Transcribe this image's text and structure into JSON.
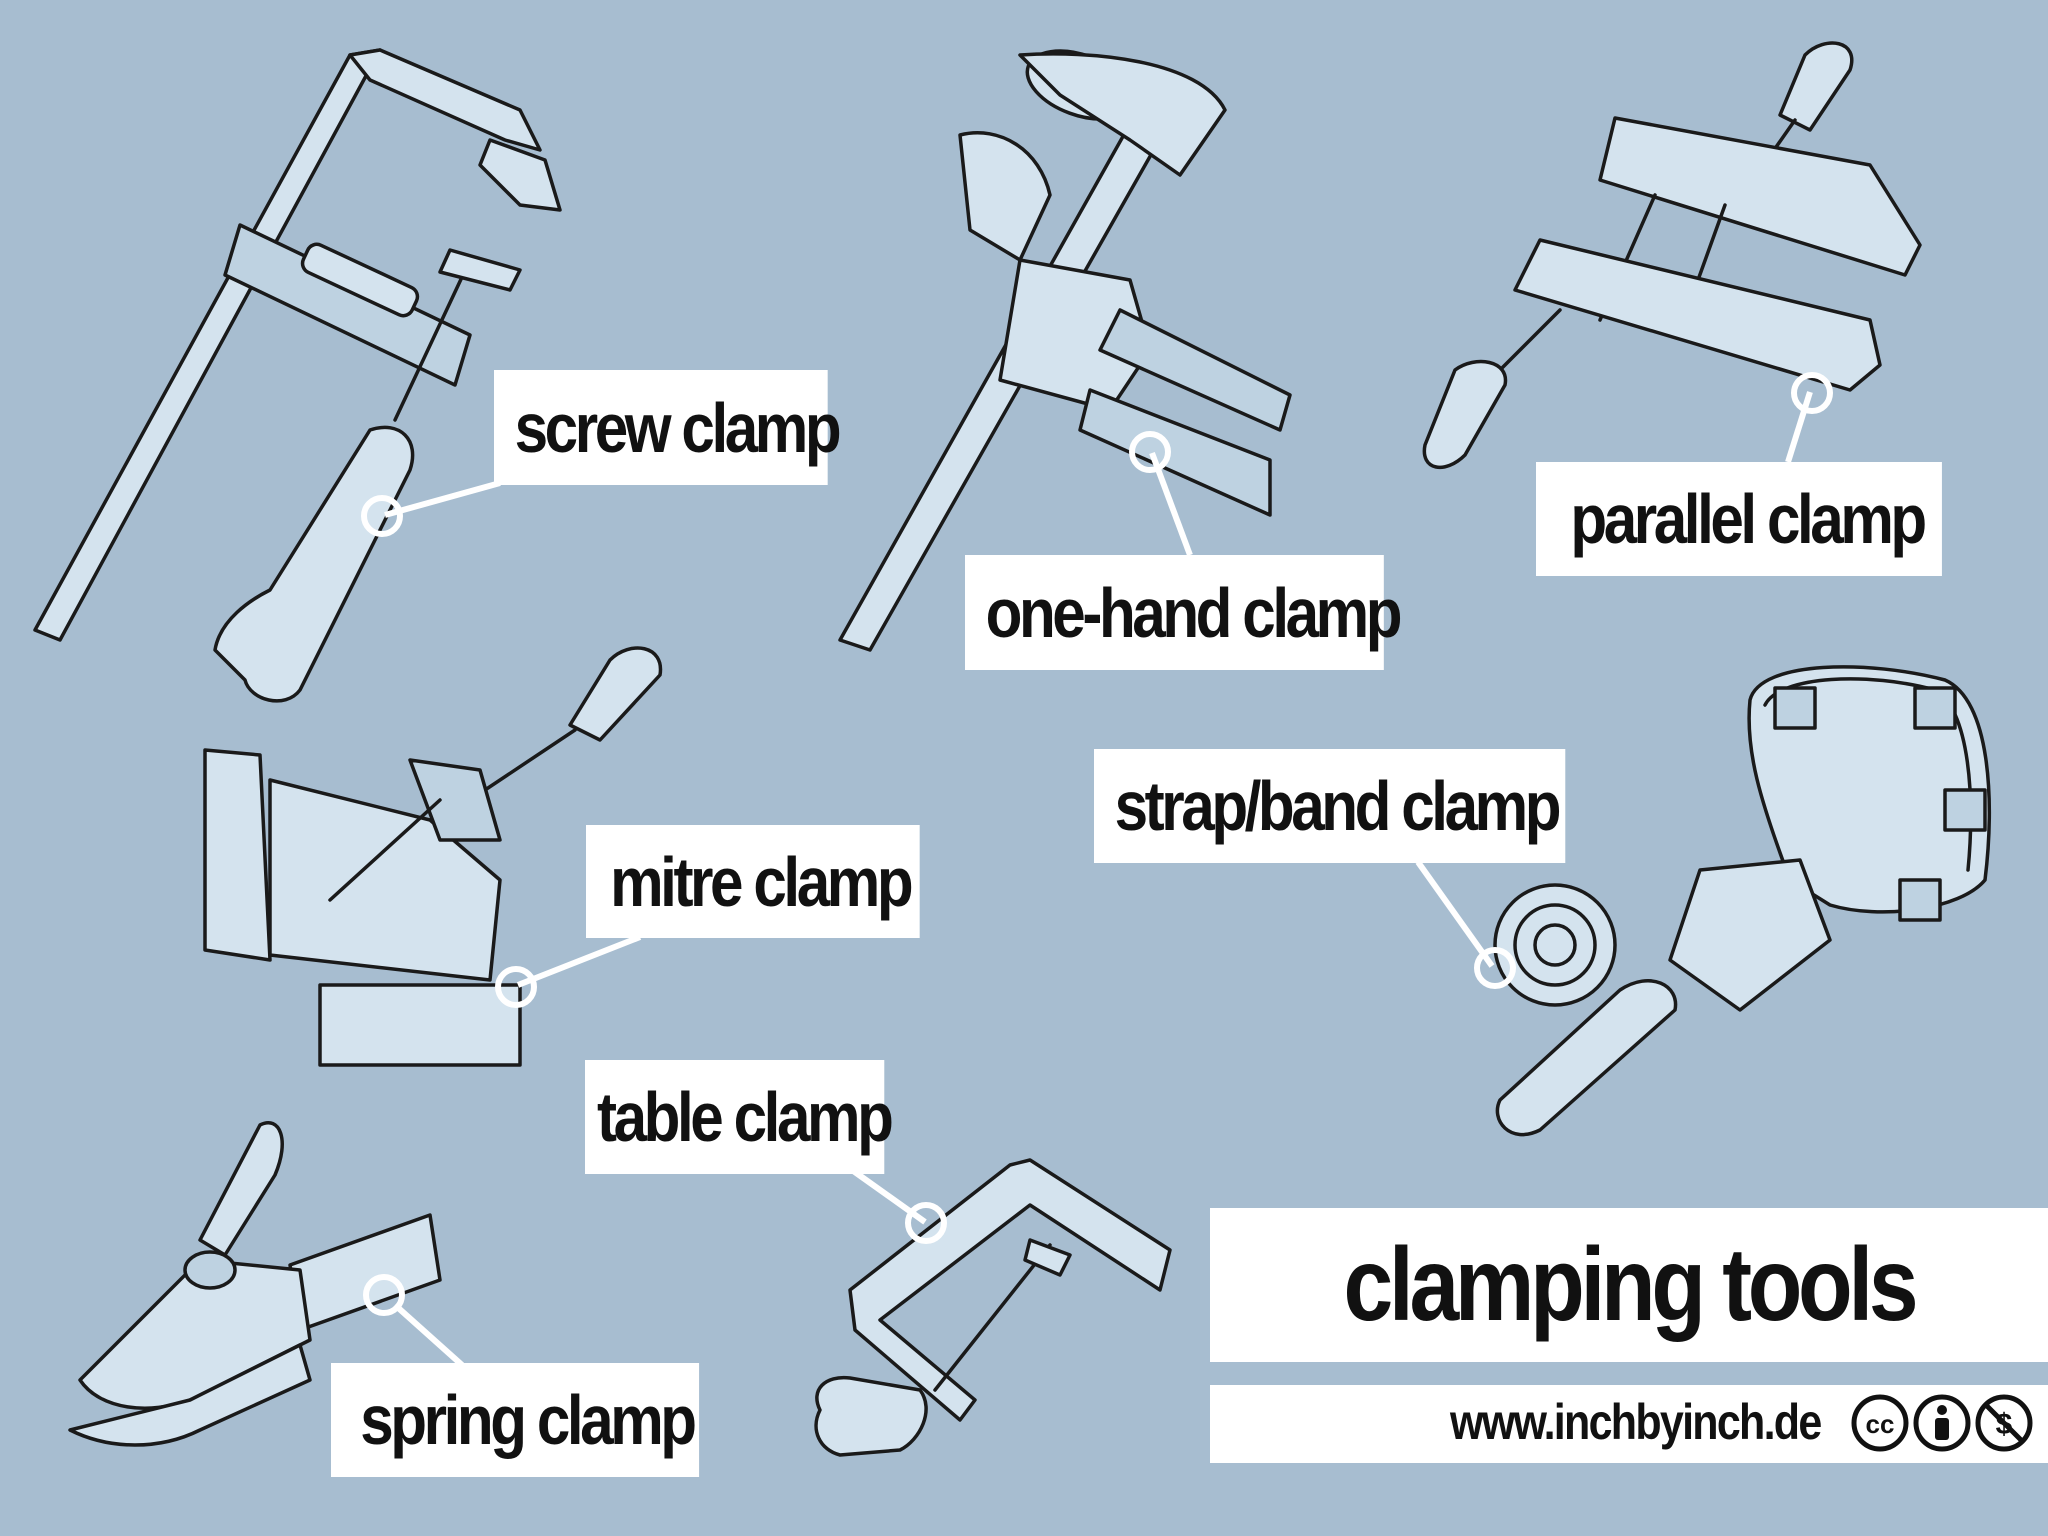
{
  "labels": {
    "screw_clamp": "screw clamp",
    "one_hand_clamp": "one-hand clamp",
    "parallel_clamp": "parallel clamp",
    "mitre_clamp": "mitre clamp",
    "strap_band_clamp": "strap/band clamp",
    "table_clamp": "table clamp",
    "spring_clamp": "spring clamp"
  },
  "title": "clamping tools",
  "credit": {
    "url": "www.inchbyinch.de",
    "license_icons": [
      "cc-icon",
      "attribution-icon",
      "non-commercial-icon"
    ]
  },
  "colors": {
    "background": "#a7bdd0",
    "tool_fill": "#d4e3ee",
    "label_bg": "#ffffff",
    "leader": "#ffffff",
    "outline": "#1a1a1a"
  }
}
